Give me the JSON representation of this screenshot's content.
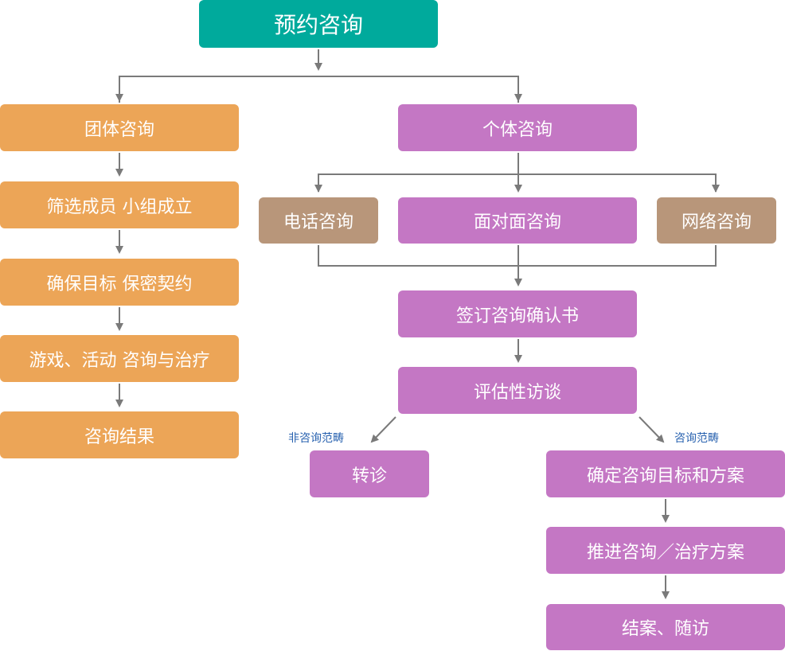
{
  "nodes": {
    "root": "预约咨询",
    "group": "团体咨询",
    "group_step1": "筛选成员  小组成立",
    "group_step2": "确保目标  保密契约",
    "group_step3": "游戏、活动  咨询与治疗",
    "group_result": "咨询结果",
    "individual": "个体咨询",
    "phone": "电话咨询",
    "face_to_face": "面对面咨询",
    "online": "网络咨询",
    "sign": "签订咨询确认书",
    "assess": "评估性访谈",
    "referral": "转诊",
    "goal": "确定咨询目标和方案",
    "advance": "推进咨询／治疗方案",
    "close": "结案、随访"
  },
  "edge_labels": {
    "not_in_scope": "非咨询范畴",
    "in_scope": "咨询范畴"
  },
  "colors": {
    "root": "#00aa9c",
    "group_branch": "#eca557",
    "individual_branch": "#c477c4",
    "channel": "#b8967a",
    "connector": "#7a7a7a",
    "edge_label": "#2a63b0"
  }
}
